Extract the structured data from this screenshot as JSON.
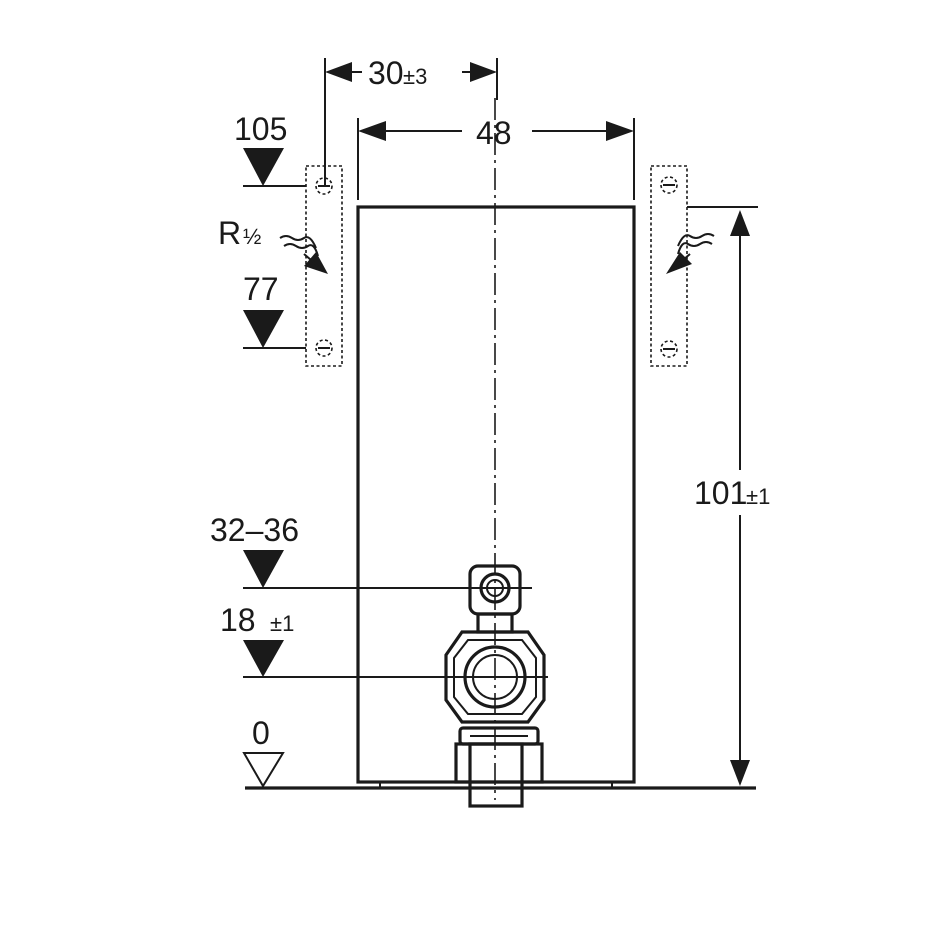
{
  "dimensions": {
    "top_width": "30",
    "top_width_tol": "±3",
    "inner_width": "48",
    "height": "101",
    "height_tol": "±1",
    "connection_thread": "R",
    "connection_fraction": "½"
  },
  "levels": [
    {
      "label": "105"
    },
    {
      "label": "77"
    },
    {
      "label": "32–36"
    },
    {
      "label": "18",
      "tol": "±1"
    },
    {
      "label": "0"
    }
  ],
  "colors": {
    "line": "#1a1a1a",
    "background": "#ffffff"
  }
}
